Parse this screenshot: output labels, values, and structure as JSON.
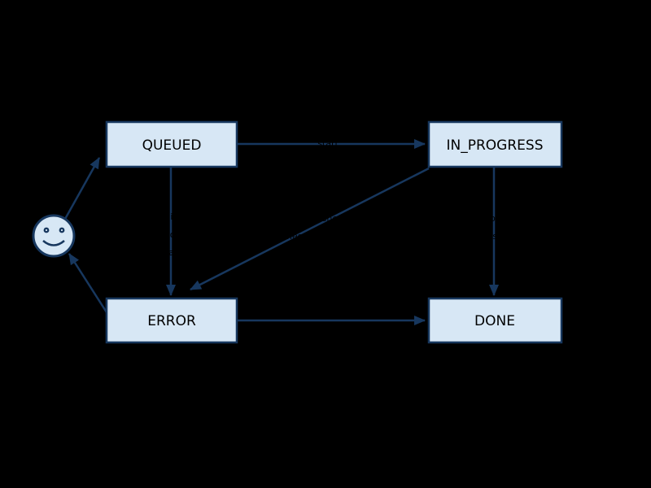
{
  "diagram": {
    "type": "state-diagram",
    "background_color": "#000000",
    "colors": {
      "node_fill": "#d7e7f5",
      "node_border": "#17375e",
      "edge": "#17375e",
      "node_text": "#000000",
      "edge_label_text": "#000000"
    },
    "nodes": {
      "actor": {
        "shape": "smiley-face",
        "label": ""
      },
      "queued": {
        "shape": "rect",
        "label": "QUEUED"
      },
      "in_progress": {
        "shape": "rect",
        "label": "IN_PROGRESS"
      },
      "error": {
        "shape": "rect",
        "label": "ERROR"
      },
      "done": {
        "shape": "rect",
        "label": "DONE"
      }
    },
    "edges": [
      {
        "from": "actor",
        "to": "queued",
        "label_lines": []
      },
      {
        "from": "queued",
        "to": "in_progress",
        "label_lines": [
          "start"
        ]
      },
      {
        "from": "queued",
        "to": "error",
        "label_lines": [
          "fails",
          "to",
          "start"
        ]
      },
      {
        "from": "in_progress",
        "to": "done",
        "label_lines": [
          "completes",
          "successfully"
        ]
      },
      {
        "from": "in_progress",
        "to": "error",
        "label_lines": [
          "crashes or",
          "times out"
        ]
      },
      {
        "from": "error",
        "to": "done",
        "label_lines": []
      },
      {
        "from": "error",
        "to": "actor",
        "label_lines": []
      }
    ],
    "note": "edge labels are rendered in black and are illegible against the dark background; transcriptions are best-effort"
  }
}
